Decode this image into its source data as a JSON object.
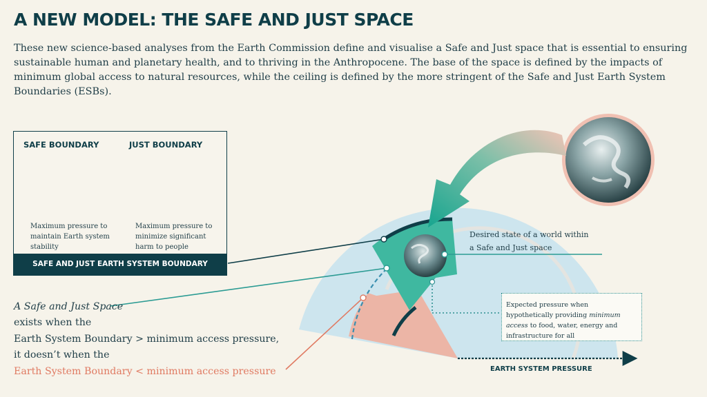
{
  "title": "A NEW MODEL: THE SAFE AND JUST SPACE",
  "intro": "These new science-based analyses from the Earth  Commission define and visualise a Safe and Just space that is essential to ensuring sustainable human and planetary health, and to thriving in the Anthropocene. The base of the space is defined by the impacts of minimum global access to natural resources, while the ceiling is defined by the more stringent of the Safe and Just Earth System Boundaries (ESBs).",
  "legend": {
    "safe_heading": "SAFE BOUNDARY",
    "safe_desc": "Maximum pressure to maintain Earth system stability",
    "just_heading": "JUST BOUNDARY",
    "just_desc": "Maximum pressure to minimize significant harm to people",
    "bar_label": "SAFE AND JUST EARTH SYSTEM BOUNDARY"
  },
  "statement": {
    "line1": "A Safe and Just Space",
    "line2": "exists when the",
    "line3": "Earth System Boundary > minimum access pressure,",
    "line4": "it doesn’t when the",
    "line5": "Earth System Boundary < minimum access pressure"
  },
  "callouts": {
    "desired_line1": "Desired state of a world within",
    "desired_line2": "a Safe and Just space",
    "expected_pre": "Expected pressure when hypothetically providing ",
    "expected_em": "minimum access",
    "expected_post": " to food, water, energy and infrastructure for all"
  },
  "axis_label": "EARTH SYSTEM PRESSURE",
  "colors": {
    "safe": "#e0705a",
    "just": "#3a8fb0",
    "esb": "#0f3e48",
    "teal": "#3fb8a0",
    "sky": "#cde5ee",
    "salmon": "#ecb5a6"
  },
  "icons": [
    "earth-globe-icon",
    "curved-arrow-icon"
  ]
}
